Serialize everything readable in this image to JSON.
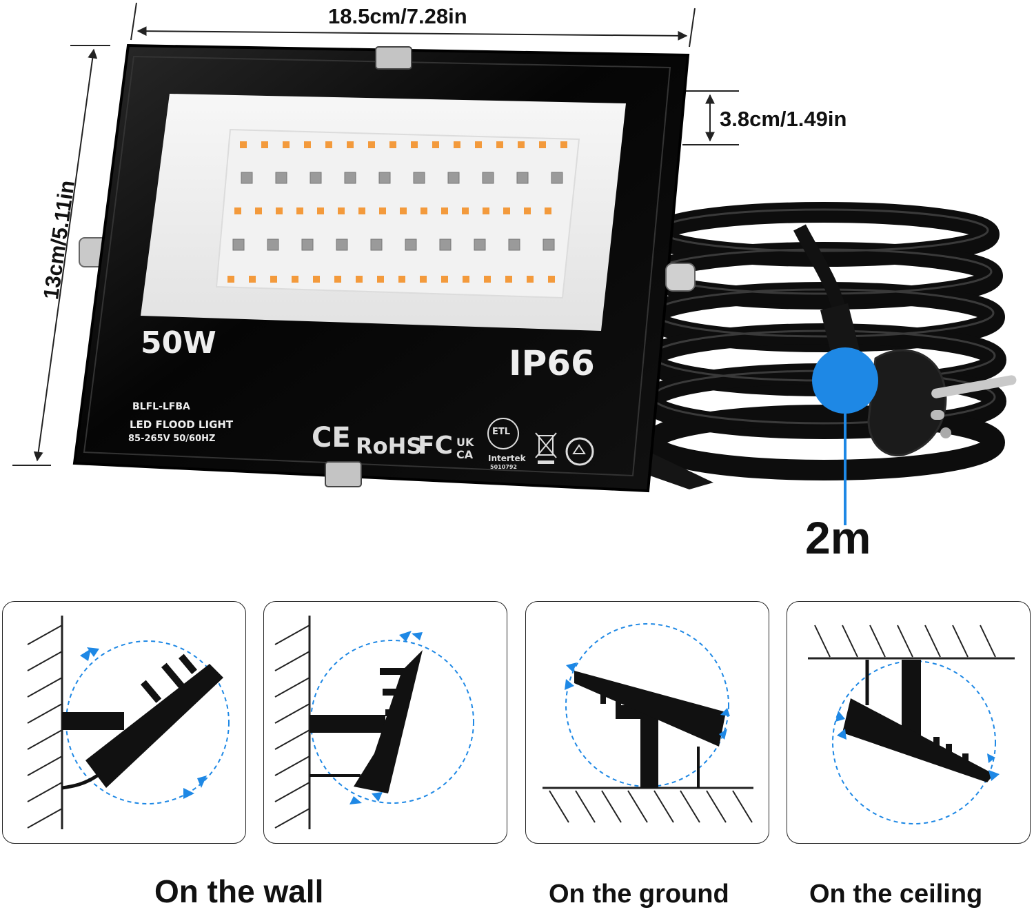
{
  "dimensions": {
    "width": "18.5cm/7.28in",
    "height": "13cm/5.11in",
    "depth": "3.8cm/1.49in",
    "cable_length": "2m"
  },
  "product": {
    "wattage": "50W",
    "ip_rating": "IP66",
    "model": "BLFL-LFBA",
    "description": "LED FLOOD LIGHT",
    "voltage": "85-265V 50/60HZ"
  },
  "certifications": {
    "ce": "CE",
    "rohs": "RoHS",
    "fcc": "FC",
    "ukca_top": "UK",
    "ukca_bottom": "CA",
    "etl": "ETL",
    "intertek": "Intertek",
    "intertek_number": "5010792"
  },
  "mounting": {
    "wall": "On the wall",
    "ground": "On the ground",
    "ceiling": "On the ceiling"
  },
  "colors": {
    "accent_blue": "#1e88e5",
    "housing": "#0b0b0b",
    "led_amber": "#f39a3c"
  }
}
